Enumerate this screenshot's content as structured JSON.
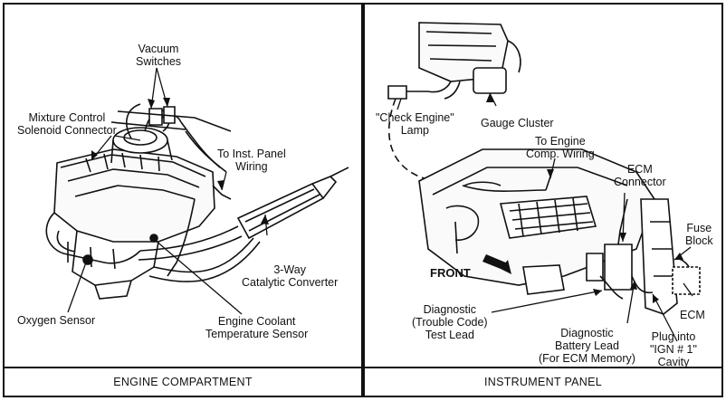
{
  "panels": {
    "engine": {
      "caption": "ENGINE COMPARTMENT",
      "labels": {
        "vacuum_switches": "Vacuum\nSwitches",
        "mixture_control": "Mixture Control\nSolenoid Connector",
        "inst_panel_wiring": "To Inst. Panel\nWiring",
        "catalytic_converter": "3-Way\nCatalytic Converter",
        "oxygen_sensor": "Oxygen Sensor",
        "coolant_sensor": "Engine Coolant\nTemperature Sensor"
      }
    },
    "instrument": {
      "caption": "INSTRUMENT PANEL",
      "labels": {
        "check_engine_lamp": "\"Check Engine\"\nLamp",
        "gauge_cluster": "Gauge Cluster",
        "engine_comp_wiring": "To Engine\nComp. Wiring",
        "ecm_connector": "ECM\nConnector",
        "fuse_block": "Fuse\nBlock",
        "front": "FRONT",
        "ecm": "ECM",
        "diagnostic_test_lead": "Diagnostic\n(Trouble Code)\nTest Lead",
        "diagnostic_battery_lead": "Diagnostic\nBattery Lead\n(For ECM Memory)",
        "plug_ign": "Plug into\n\"IGN # 1\"\nCavity"
      }
    }
  }
}
